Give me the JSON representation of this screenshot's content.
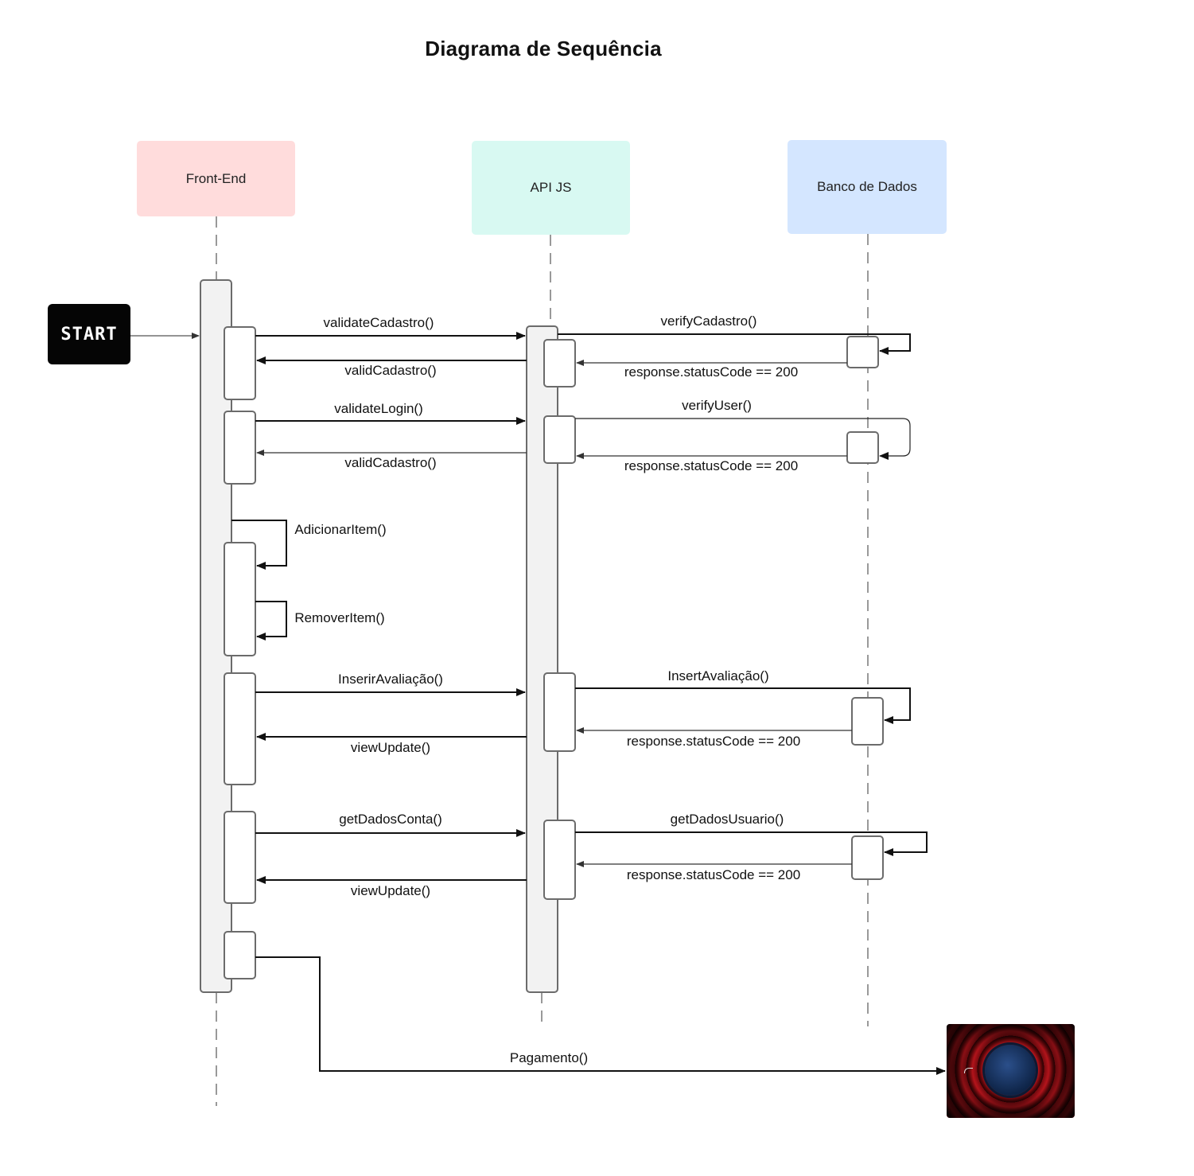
{
  "title": "Diagrama de Sequência",
  "lanes": {
    "front_end": "Front-End",
    "api": "API JS",
    "database": "Banco de Dados"
  },
  "start_label": "START",
  "messages": [
    "validateCadastro()",
    "validCadastro()",
    "verifyCadastro()",
    "response.statusCode == 200",
    "validateLogin()",
    "validCadastro()",
    "verifyUser()",
    "response.statusCode == 200",
    "AdicionarItem()",
    "RemoverItem()",
    "InserirAvaliação()",
    "viewUpdate()",
    "InsertAvaliação()",
    "response.statusCode == 200",
    "getDadosConta()",
    "viewUpdate()",
    "getDadosUsuario()",
    "response.statusCode == 200",
    "Pagamento()"
  ],
  "colors": {
    "front_end_header": "#ffdcdc",
    "api_header": "#d8f9f2",
    "database_header": "#d4e6ff",
    "activation_fill": "#f2f2f2",
    "box_border": "#6b6b6b"
  }
}
